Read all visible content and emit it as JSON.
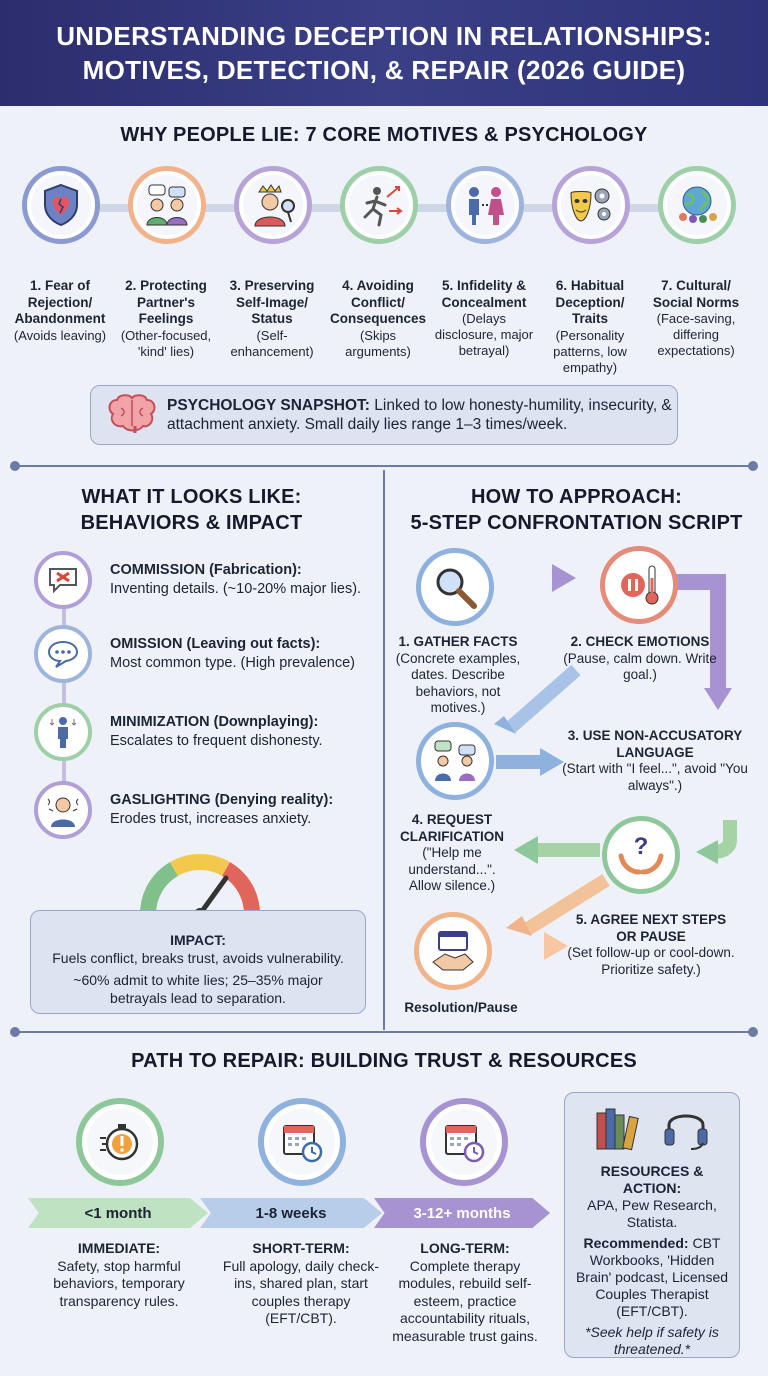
{
  "header": {
    "title_line1": "UNDERSTANDING DECEPTION IN RELATIONSHIPS:",
    "title_line2": "MOTIVES, DETECTION, & REPAIR (2026 GUIDE)"
  },
  "motives": {
    "title": "WHY PEOPLE LIE: 7 CORE MOTIVES & PSYCHOLOGY",
    "items": [
      {
        "name": "1. Fear of Rejection/ Abandonment",
        "desc": "(Avoids leaving)",
        "icon": "broken-heart-shield-icon",
        "color": "#8b9bd1"
      },
      {
        "name": "2. Protecting Partner's Feelings",
        "desc": "(Other-focused, 'kind' lies)",
        "icon": "couple-talking-icon",
        "color": "#f2b38a"
      },
      {
        "name": "3. Preserving Self-Image/ Status",
        "desc": "(Self-enhancement)",
        "icon": "crowned-person-mirror-icon",
        "color": "#b7a3d8"
      },
      {
        "name": "4. Avoiding Conflict/ Consequences",
        "desc": "(Skips arguments)",
        "icon": "running-person-icon",
        "color": "#9fcfa8"
      },
      {
        "name": "5. Infidelity & Concealment",
        "desc": "(Delays disclosure, major betrayal)",
        "icon": "couple-secret-icon",
        "color": "#9fb4dc"
      },
      {
        "name": "6. Habitual Deception/ Traits",
        "desc": "(Personality patterns, low empathy)",
        "icon": "mask-gears-icon",
        "color": "#b7a3d8"
      },
      {
        "name": "7. Cultural/ Social Norms",
        "desc": "(Face-saving, differing expectations)",
        "icon": "globe-people-icon",
        "color": "#9fcfa8"
      }
    ],
    "snapshot_label": "PSYCHOLOGY SNAPSHOT:",
    "snapshot_text": " Linked to low honesty-humility, insecurity, & attachment anxiety. Small daily lies range 1–3 times/week."
  },
  "behaviors": {
    "title_line1": "WHAT IT LOOKS LIKE:",
    "title_line2": "BEHAVIORS & IMPACT",
    "items": [
      {
        "title": "COMMISSION (Fabrication):",
        "desc": "Inventing details. (~10-20% major lies).",
        "icon": "crossed-speech-icon"
      },
      {
        "title": "OMISSION (Leaving out facts):",
        "desc": "Most common type. (High prevalence)",
        "icon": "ellipsis-speech-icon"
      },
      {
        "title": "MINIMIZATION (Downplaying):",
        "desc": "Escalates to frequent dishonesty.",
        "icon": "shrinking-person-icon"
      },
      {
        "title": "GASLIGHTING (Denying reality):",
        "desc": "Erodes trust, increases anxiety.",
        "icon": "confused-person-icon"
      }
    ],
    "impact_label": "IMPACT:",
    "impact_line1": "Fuels conflict, breaks trust, avoids vulnerability.",
    "impact_line2": "~60% admit to white lies; 25–35% major betrayals lead to separation."
  },
  "approach": {
    "title_line1": "HOW TO APPROACH:",
    "title_line2": "5-STEP CONFRONTATION SCRIPT",
    "steps": [
      {
        "title": "1. GATHER FACTS",
        "desc": "(Concrete examples, dates. Describe behaviors, not motives.)",
        "icon": "magnifier-icon"
      },
      {
        "title": "2. CHECK EMOTIONS",
        "desc": "(Pause, calm down. Write goal.)",
        "icon": "thermometer-pause-icon"
      },
      {
        "title": "3. USE NON-ACCUSATORY LANGUAGE",
        "desc": "(Start with \"I feel...\", avoid \"You always\".)",
        "icon": "two-people-talking-icon"
      },
      {
        "title": "4. REQUEST CLARIFICATION",
        "desc": "(\"Help me understand...\". Allow silence.)",
        "icon": "question-hands-icon"
      },
      {
        "title": "5. AGREE NEXT STEPS OR PAUSE",
        "desc": "(Set follow-up or cool-down. Prioritize safety.)",
        "icon": "handshake-calendar-icon"
      }
    ],
    "resolution_label": "Resolution/Pause"
  },
  "repair": {
    "title": "PATH TO REPAIR: BUILDING TRUST & RESOURCES",
    "phases": [
      {
        "time": "<1 month",
        "title": "IMMEDIATE:",
        "desc": "Safety, stop harmful behaviors, temporary transparency rules.",
        "icon": "alert-stopwatch-icon",
        "color": "#8dc79a"
      },
      {
        "time": "1-8 weeks",
        "title": "SHORT-TERM:",
        "desc": "Full apology, daily check-ins, shared plan, start couples therapy (EFT/CBT).",
        "icon": "calendar-clock-icon",
        "color": "#8fb1de"
      },
      {
        "time": "3-12+ months",
        "title": "LONG-TERM:",
        "desc": "Complete therapy modules, rebuild self-esteem, practice accountability rituals, measurable trust gains.",
        "icon": "calendar-icon",
        "color": "#a792d2"
      }
    ],
    "resources_title": "RESOURCES & ACTION:",
    "resources_sources": "APA, Pew Research, Statista.",
    "recommended_label": "Recommended:",
    "recommended_text": " CBT Workbooks, 'Hidden Brain' podcast, Licensed Couples Therapist (EFT/CBT).",
    "safety_note": "*Seek help if safety is threatened.*"
  }
}
